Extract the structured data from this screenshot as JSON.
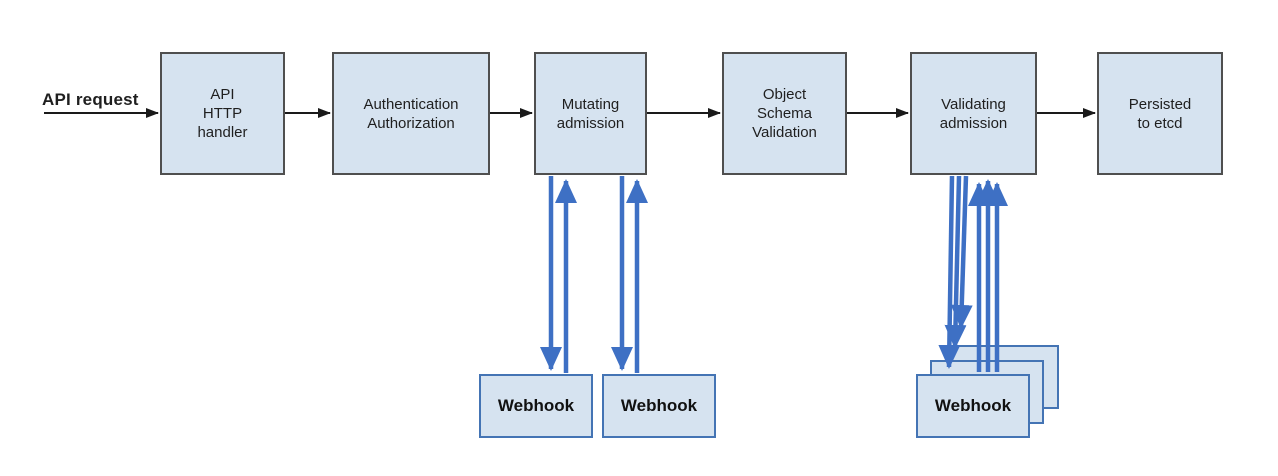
{
  "colors": {
    "canvas-bg": "#ffffff",
    "box-fill": "#d6e3f0",
    "box-border": "#4f4f4f",
    "webhook-fill": "#d6e3f0",
    "webhook-border": "#4474b4",
    "flow-arrow": "#1a1a1a",
    "webhook-arrow": "#3e70c4",
    "text": "#1f1f1f"
  },
  "labels": {
    "api_request": "API request"
  },
  "nodes": [
    {
      "id": "api-http-handler",
      "label": "API\nHTTP\nhandler"
    },
    {
      "id": "authentication-authorization",
      "label": "Authentication\nAuthorization"
    },
    {
      "id": "mutating-admission",
      "label": "Mutating\nadmission"
    },
    {
      "id": "object-schema-validation",
      "label": "Object\nSchema\nValidation"
    },
    {
      "id": "validating-admission",
      "label": "Validating\nadmission"
    },
    {
      "id": "persisted-to-etcd",
      "label": "Persisted\nto etcd"
    }
  ],
  "mutating_webhooks": [
    {
      "label": "Webhook"
    },
    {
      "label": "Webhook"
    }
  ],
  "validating_webhooks": [
    {
      "position": "back",
      "label": "Webhook"
    },
    {
      "position": "middle",
      "label": "Webhook"
    },
    {
      "position": "front",
      "label": "Webhook"
    }
  ]
}
